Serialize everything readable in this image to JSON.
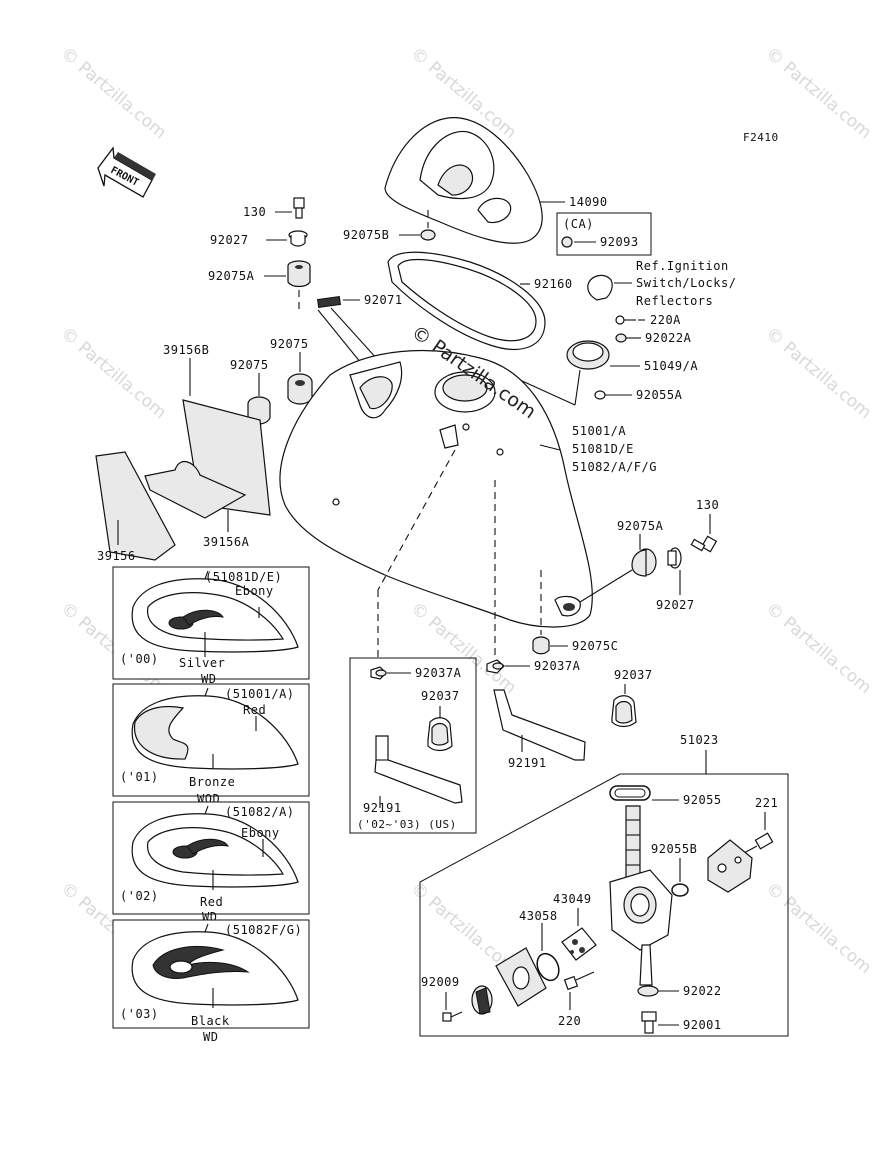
{
  "figure_code": "F2410",
  "front_marker": "FRONT",
  "watermark": {
    "small": "© Partzilla.com",
    "center": "© Partzilla.com"
  },
  "parts": {
    "p14090": "14090",
    "p92093": "92093",
    "ca_box": "(CA)",
    "p130_top": "130",
    "p92027_top": "92027",
    "p92075B": "92075B",
    "p92075A_top": "92075A",
    "p92160": "92160",
    "p92071": "92071",
    "ref_line1": "Ref.Ignition",
    "ref_line2": "Switch/Locks/",
    "ref_line3": "Reflectors",
    "p220A": "220A",
    "p92022A": "92022A",
    "p51049A": "51049/A",
    "p92055A": "92055A",
    "p92075_right": "92075",
    "p92075_left": "92075",
    "p39156B": "39156B",
    "p39156": "39156",
    "p39156A": "39156A",
    "tank_line1": "51001/A",
    "tank_line2": "51081D/E",
    "tank_line3": "51082/A/F/G",
    "p130_right": "130",
    "p92075A_right": "92075A",
    "p92027_right": "92027",
    "p92075C": "92075C",
    "p92037A_box": "92037A",
    "p92037_box": "92037",
    "p92191_box": "92191",
    "us_note": "('02~'03) (US)",
    "p92037A_right": "92037A",
    "p92037_right": "92037",
    "p92191_right": "92191",
    "p51023": "51023",
    "p92055": "92055",
    "p221": "221",
    "p92055B": "92055B",
    "p43049": "43049",
    "p43058": "43058",
    "p92009": "92009",
    "p220": "220",
    "p92022": "92022",
    "p92001": "92001"
  },
  "variants": [
    {
      "code": "(51081D/E)",
      "top_color": "Ebony",
      "year": "('00)",
      "bottom_color": "Silver",
      "suffix": "WD"
    },
    {
      "code": "(51001/A)",
      "top_color": "Red",
      "year": "('01)",
      "bottom_color": "Bronze",
      "suffix": "WOD"
    },
    {
      "code": "(51082/A)",
      "top_color": "Ebony",
      "year": "('02)",
      "bottom_color": "Red",
      "suffix": "WD"
    },
    {
      "code": "(51082F/G)",
      "top_color": "",
      "year": "('03)",
      "bottom_color": "Black",
      "suffix": "WD"
    }
  ]
}
